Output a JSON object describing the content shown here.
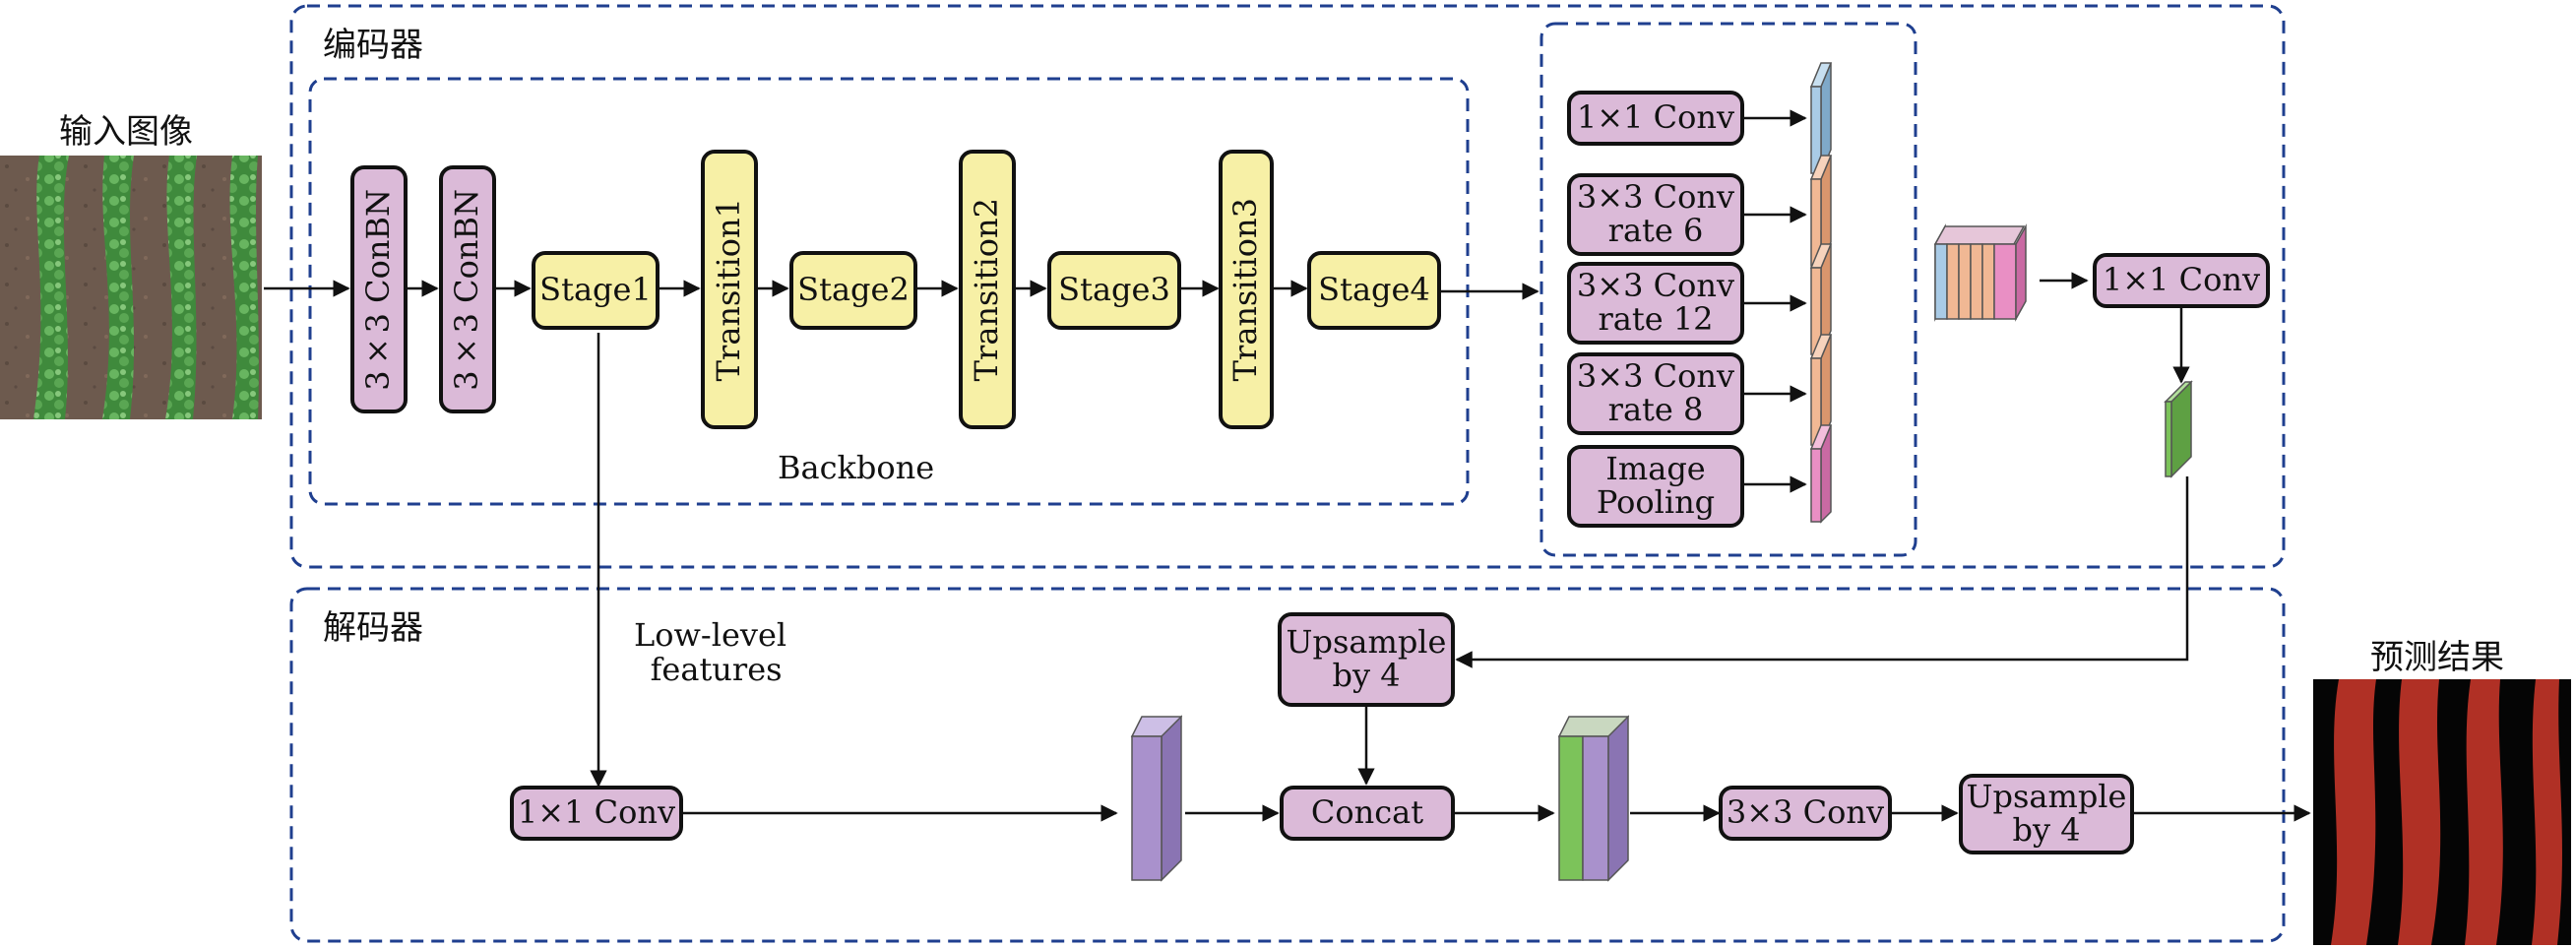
{
  "encoder": {
    "title": "编码器"
  },
  "decoder": {
    "title": "解码器"
  },
  "input": {
    "label": "输入图像"
  },
  "output": {
    "label": "预测结果"
  },
  "backbone": {
    "label": "Backbone",
    "conv1": "3×3 ConBN",
    "conv2": "3×3 ConBN",
    "stages": [
      "Stage1",
      "Stage2",
      "Stage3",
      "Stage4"
    ],
    "transitions": [
      "Transition1",
      "Transition2",
      "Transition3"
    ]
  },
  "aspp": {
    "conv1x1": "1×1 Conv",
    "atrous": [
      {
        "line1": "3×3 Conv",
        "line2": "rate 6"
      },
      {
        "line1": "3×3 Conv",
        "line2": "rate 12"
      },
      {
        "line1": "3×3 Conv",
        "line2": "rate 8"
      }
    ],
    "pooling": {
      "line1": "Image",
      "line2": "Pooling"
    },
    "fuse_conv": "1×1 Conv"
  },
  "decoder_blocks": {
    "low_level": {
      "line1": "Low-level",
      "line2": "features"
    },
    "low_conv": "1×1 Conv",
    "upsample_a": {
      "line1": "Upsample",
      "line2": "by 4"
    },
    "concat": "Concat",
    "conv3x3": "3×3 Conv",
    "upsample_b": {
      "line1": "Upsample",
      "line2": "by 4"
    }
  },
  "colors": {
    "frame_dash": "#1f3f8f",
    "box_pink": "#dbbad8",
    "box_yellow": "#f7f0a6",
    "feat_blue": "#a9cbe6",
    "feat_orange": "#f1b894",
    "feat_pink": "#e98fc4",
    "feat_green": "#7cc35a",
    "feat_purple": "#a991cc",
    "pred_red": "#b03025"
  }
}
